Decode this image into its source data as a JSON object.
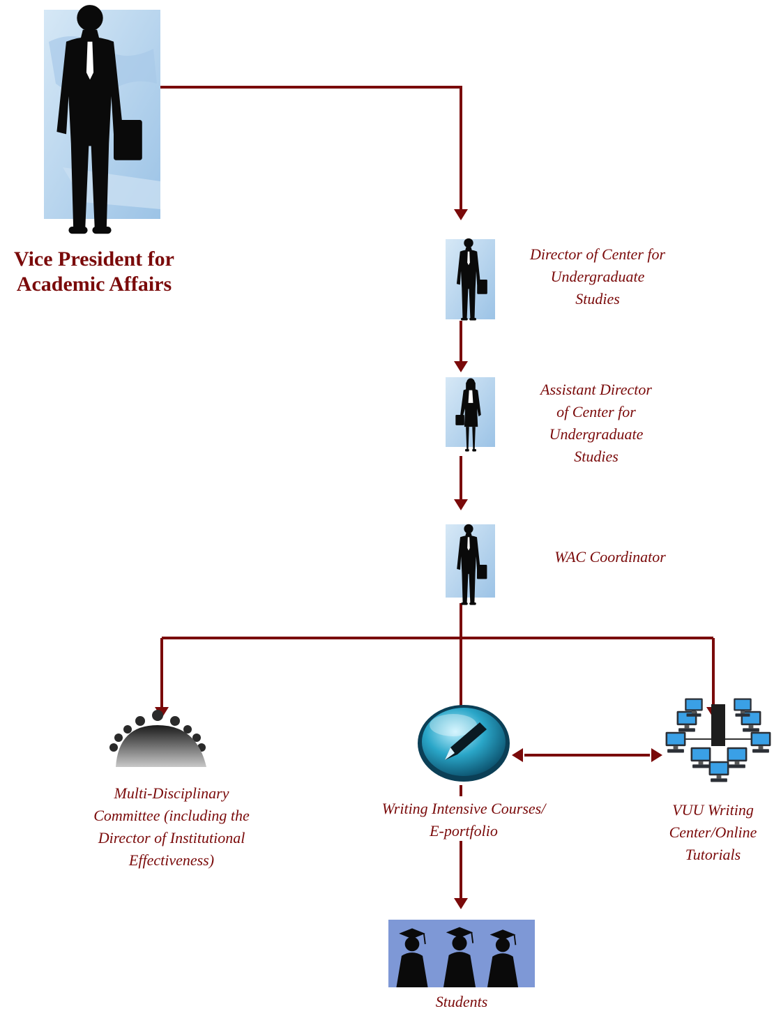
{
  "colors": {
    "connector": "#7a0a0a",
    "label": "#7a0a0a",
    "portrait_bg": "#b9d6ee",
    "students_bg": "#7e98d6"
  },
  "nodes": {
    "vp": {
      "line1": "Vice President for",
      "line2": "Academic Affairs",
      "icon": "businessman-silhouette-icon"
    },
    "director": {
      "line1": "Director of Center for",
      "line2": "Undergraduate",
      "line3": "Studies",
      "icon": "businessman-silhouette-icon"
    },
    "assistant": {
      "line1": "Assistant Director",
      "line2": "of Center for",
      "line3": "Undergraduate",
      "line4": "Studies",
      "icon": "businesswoman-silhouette-icon"
    },
    "wac": {
      "line1": "WAC Coordinator",
      "icon": "businessman-silhouette-icon"
    },
    "committee": {
      "line1": "Multi-Disciplinary",
      "line2": "Committee (including the",
      "line3": "Director of Institutional",
      "line4": "Effectiveness)",
      "icon": "conference-table-icon"
    },
    "courses": {
      "line1": "Writing Intensive Courses/",
      "line2": "E-portfolio",
      "icon": "pen-orb-icon"
    },
    "center": {
      "line1": "VUU Writing",
      "line2": "Center/Online",
      "line3": "Tutorials",
      "icon": "computer-network-icon"
    },
    "students": {
      "line1": "Students",
      "icon": "graduates-silhouette-icon"
    }
  }
}
